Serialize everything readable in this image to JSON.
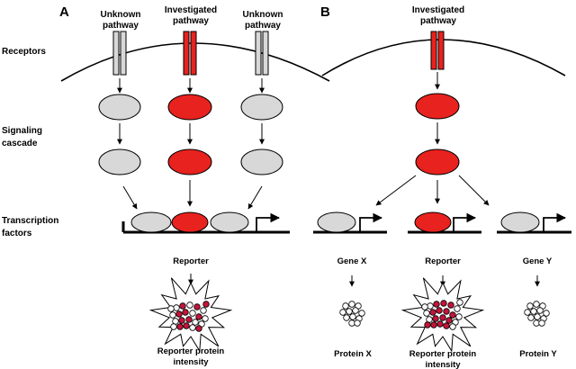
{
  "panels": {
    "a": {
      "letter": "A",
      "left_pathway": [
        "Unknown",
        "pathway"
      ],
      "center_pathway": [
        "Investigated",
        "pathway"
      ],
      "right_pathway": [
        "Unknown",
        "pathway"
      ],
      "reporter_label": "Reporter",
      "output_label": [
        "Reporter protein",
        "intensity"
      ]
    },
    "b": {
      "letter": "B",
      "pathway": [
        "Investigated",
        "pathway"
      ],
      "gene_x": "Gene X",
      "reporter_label": "Reporter",
      "gene_y": "Gene Y",
      "protein_x": "Protein X",
      "output_label": [
        "Reporter protein",
        "intensity"
      ],
      "protein_y": "Protein Y"
    }
  },
  "rows": {
    "receptors": "Receptors",
    "signaling": [
      "Signaling",
      "cascade"
    ],
    "tf": [
      "Transcription",
      "factors"
    ]
  },
  "colors": {
    "investigated": "#e8221e",
    "unknown": "#d8d8d8",
    "dot_red": "#c4143a",
    "outline": "#000000"
  }
}
